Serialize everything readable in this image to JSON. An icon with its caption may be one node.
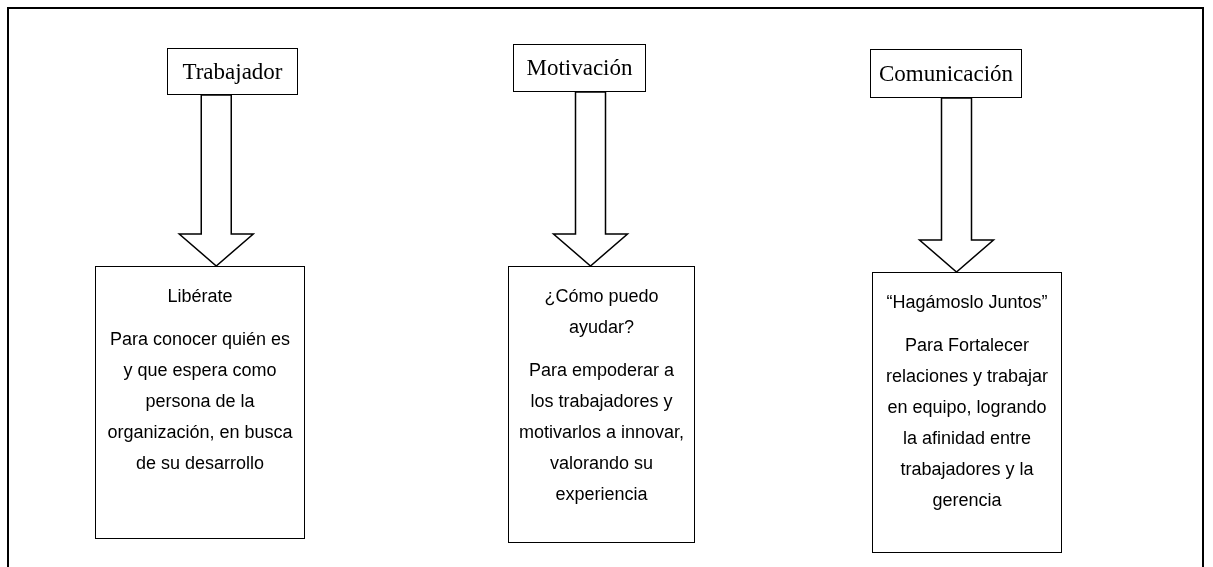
{
  "diagram": {
    "nodes": [
      {
        "text": [
          "Trabajador"
        ]
      },
      {
        "text": [
          "Motivación"
        ]
      },
      {
        "text": [
          "Comunicación"
        ]
      },
      {
        "text": [
          "Libérate",
          "Para conocer quién es y que espera como persona de la organización, en busca de su desarrollo"
        ]
      },
      {
        "text": [
          "¿Cómo puedo ayudar?",
          "Para empoderar a los trabajadores y motivarlos a innovar, valorando su experiencia"
        ]
      },
      {
        "text": [
          "“Hagámoslo Juntos”",
          "Para Fortalecer relaciones y trabajar en equipo, logrando la afinidad entre trabajadores y la gerencia"
        ]
      }
    ],
    "edges": [
      {
        "from": 0,
        "to": 3,
        "arrow": "to"
      },
      {
        "from": 1,
        "to": 4,
        "arrow": "to"
      },
      {
        "from": 2,
        "to": 5,
        "arrow": "to"
      }
    ]
  }
}
